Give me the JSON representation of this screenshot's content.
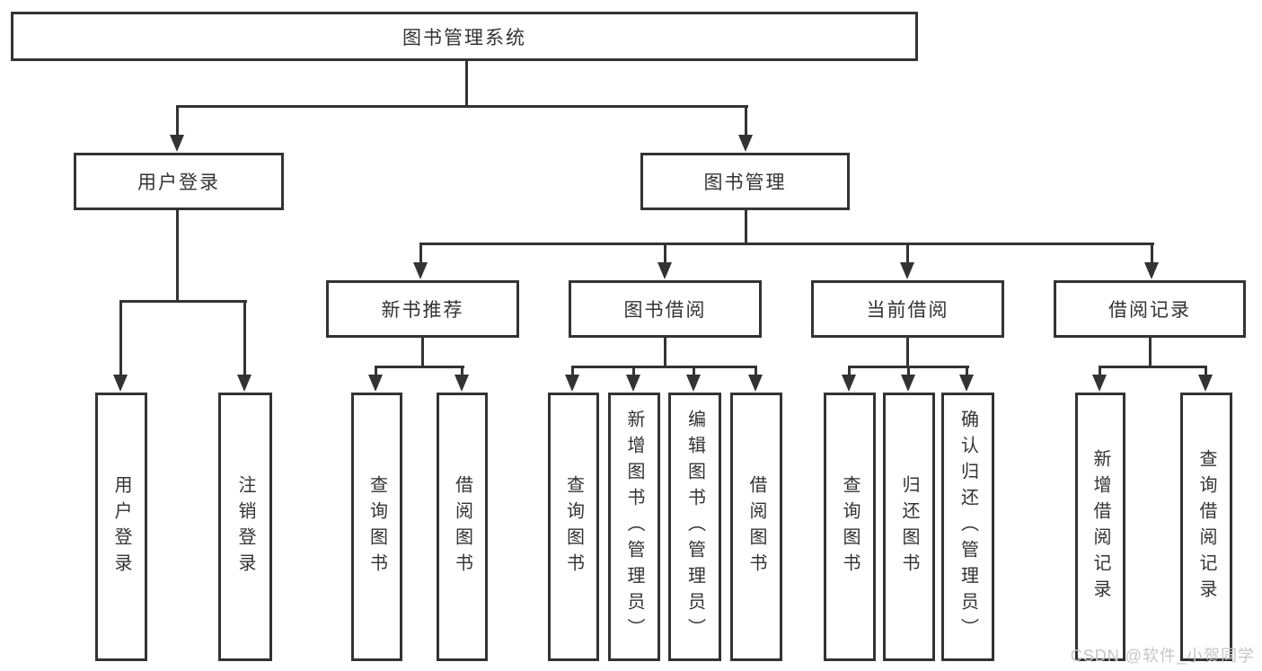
{
  "diagram": {
    "root": "图书管理系统",
    "level2": [
      "用户登录",
      "图书管理"
    ],
    "level3": [
      "新书推荐",
      "图书借阅",
      "当前借阅",
      "借阅记录"
    ],
    "leaves": {
      "user_login": [
        "用户登录",
        "注销登录"
      ],
      "new_book_recommend": [
        "查询图书",
        "借阅图书"
      ],
      "book_borrow": [
        "查询图书",
        "新增图书（管理员）",
        "编辑图书（管理员）",
        "借阅图书"
      ],
      "current_borrow": [
        "查询图书",
        "归还图书",
        "确认归还（管理员）"
      ],
      "borrow_records": [
        "新增借阅记录",
        "查询借阅记录"
      ]
    }
  },
  "watermark": "CSDN @软件_小贺同学",
  "colors": {
    "line": "#333333",
    "text": "#333333",
    "watermark": "#c6c6c6",
    "background": "#ffffff"
  }
}
